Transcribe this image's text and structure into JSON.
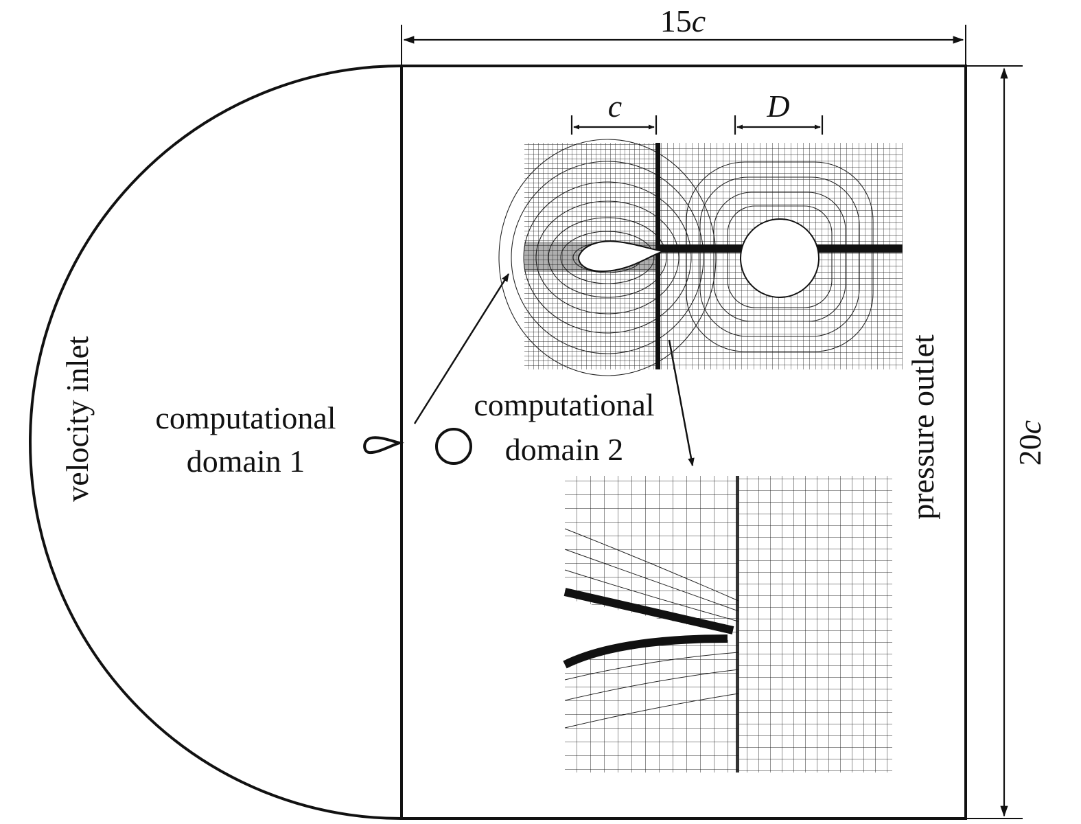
{
  "dimensions": {
    "width_label_num": "15",
    "width_label_var": "c",
    "height_label_num": "20",
    "height_label_var": "c",
    "chord_label": "c",
    "diameter_label": "D"
  },
  "boundaries": {
    "inlet": "velocity inlet",
    "outlet": "pressure outlet"
  },
  "domains": {
    "domain1_line1": "computational",
    "domain1_line2": "domain 1",
    "domain2_line1": "computational",
    "domain2_line2": "domain 2"
  },
  "colors": {
    "ink": "#111111",
    "background": "#ffffff"
  }
}
